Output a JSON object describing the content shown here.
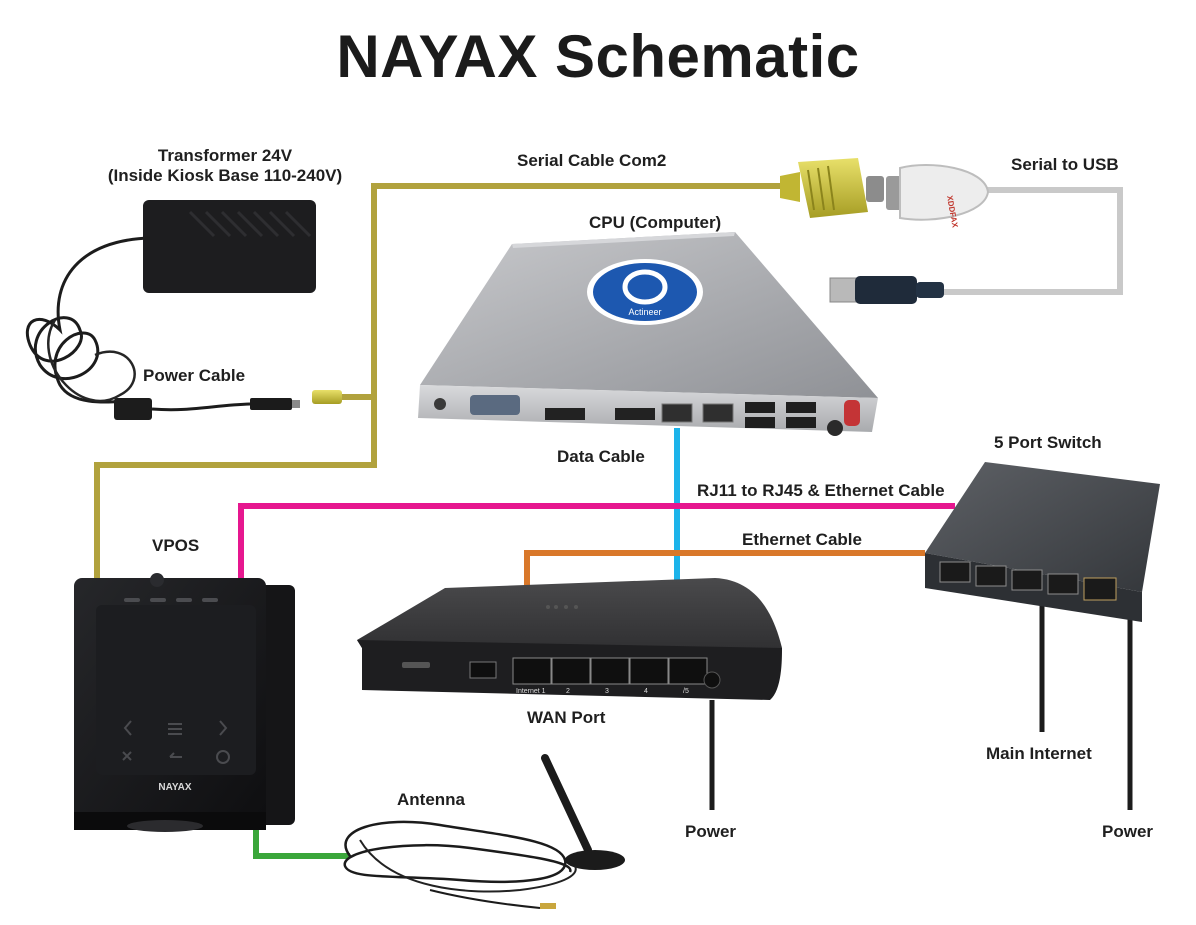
{
  "title": "NAYAX Schematic",
  "labels": {
    "transformer_line1": "Transformer 24V",
    "transformer_line2": "(Inside Kiosk Base 110-240V)",
    "serial_cable": "Serial Cable Com2",
    "serial_to_usb": "Serial to USB",
    "cpu": "CPU (Computer)",
    "power_cable": "Power Cable",
    "data_cable": "Data Cable",
    "five_port_switch": "5 Port Switch",
    "rj11_rj45": "RJ11 to RJ45 & Ethernet Cable",
    "ethernet_cable": "Ethernet Cable",
    "vpos": "VPOS",
    "wan_port": "WAN Port",
    "main_internet": "Main Internet",
    "antenna": "Antenna",
    "power_router": "Power",
    "power_switch": "Power"
  },
  "device_text": {
    "cpu_brand": "Actineer",
    "vpos_brand": "NAYAX",
    "adapter_brand": "XDDFAX",
    "router_port1": "Internet 1",
    "router_port2": "2",
    "router_port3": "3",
    "router_port4": "4",
    "router_port5": "/5"
  },
  "cable_colors": {
    "power_serial_olive": "#b1a23d",
    "data_cyan": "#1cb3ea",
    "rj11_magenta": "#e6178f",
    "ethernet_orange": "#d9782a",
    "usb_grey": "#c9c9c9",
    "antenna_green": "#3aa63a",
    "power_black": "#1c1c1c"
  }
}
